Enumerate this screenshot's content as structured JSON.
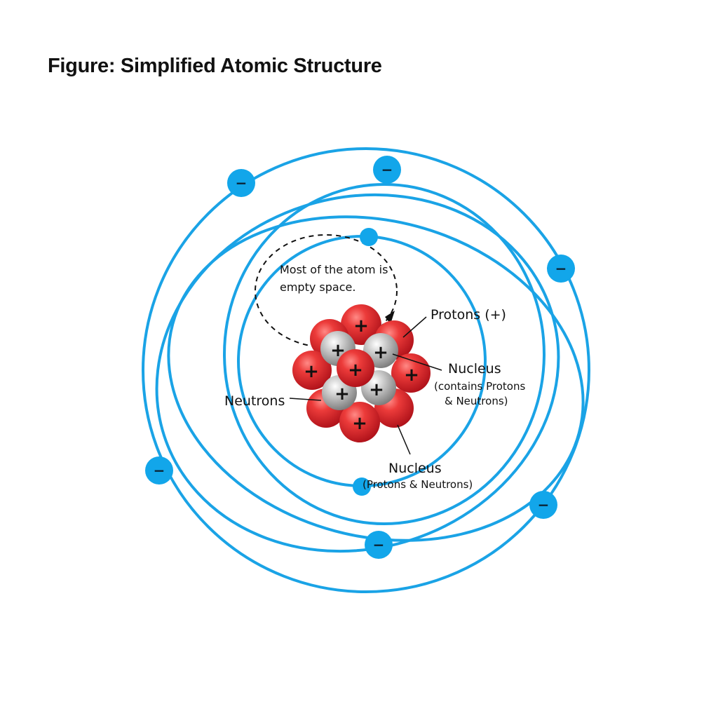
{
  "figure": {
    "title": "Figure: Simplified Atomic Structure"
  },
  "labels": {
    "empty_space_line1": "Most of the atom is",
    "empty_space_line2": "empty space.",
    "protons": "Protons (+)",
    "nucleus_top_line1": "Nucleus",
    "nucleus_top_line2": "(contains Protons",
    "nucleus_top_line3": "& Neutrons)",
    "neutrons": "Neutrons",
    "nucleus_bottom_line1": "Nucleus",
    "nucleus_bottom_line2": "(Protons & Neutrons)"
  },
  "symbols": {
    "proton_charge": "+",
    "electron_charge": "−"
  },
  "colors": {
    "orbit": "#1aa3e6",
    "electron": "#12a6ea",
    "proton": "#e0262a",
    "neutron": "#b8b8b8",
    "text": "#111111"
  }
}
